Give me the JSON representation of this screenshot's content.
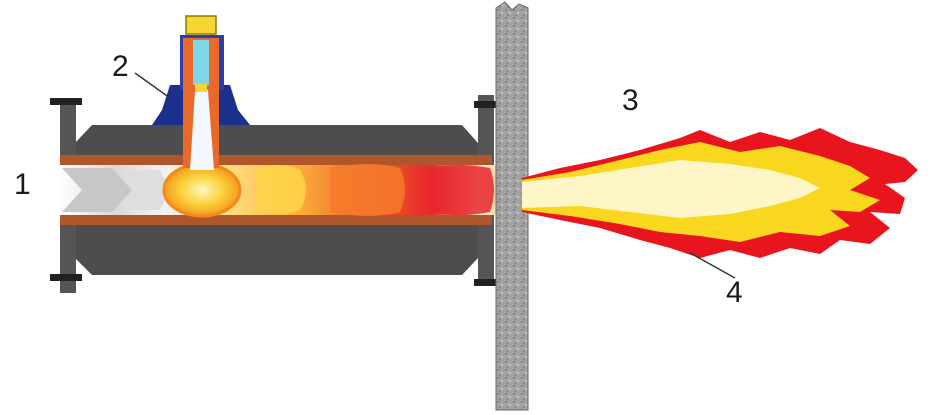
{
  "labels": {
    "l1": "1",
    "l2": "2",
    "l3": "3",
    "l4": "4"
  },
  "colors": {
    "casing": "#4d4d4d",
    "casing_dark": "#2f2f2f",
    "liner": "#b0562d",
    "nozzle_housing": "#1b2f8c",
    "nozzle_tube": "#e8692a",
    "gas_inlet": "#f4d531",
    "wall": "#9a9a9a",
    "flame_outer": "#e8151f",
    "flame_mid": "#f9d71e",
    "flame_core": "#fff6c8"
  }
}
